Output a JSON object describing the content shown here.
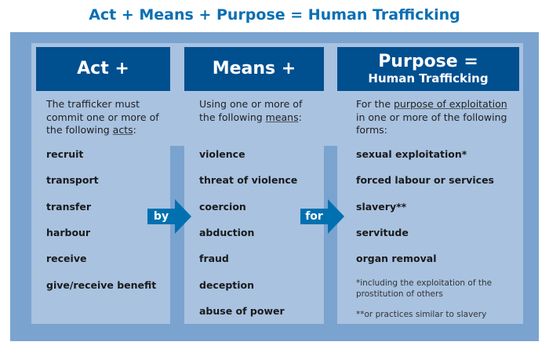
{
  "title": "Act + Means + Purpose = Human Trafficking",
  "columns": [
    {
      "header": "Act +",
      "intro_before": "The trafficker must commit one or more of the following ",
      "intro_underlined": "acts",
      "intro_after": ":",
      "items": [
        "recruit",
        "transport",
        "transfer",
        "harbour",
        "receive",
        "give/receive benefit"
      ]
    },
    {
      "header": "Means +",
      "intro_before": "Using one or more of the following ",
      "intro_underlined": "means",
      "intro_after": ":",
      "items": [
        "violence",
        "threat of violence",
        "coercion",
        "abduction",
        "fraud",
        "deception",
        "abuse of power"
      ]
    },
    {
      "header": "Purpose =",
      "subheader": "Human Trafficking",
      "intro_before": "For the ",
      "intro_underlined": "purpose of exploitation",
      "intro_after": " in one or more of the following forms:",
      "items": [
        "sexual exploitation*",
        "forced labour or services",
        "slavery**",
        "servitude",
        "organ removal"
      ],
      "notes": [
        "*including the exploitation of the prostitution of others",
        "**or practices similar to slavery"
      ]
    }
  ],
  "connectors": [
    "by",
    "for"
  ],
  "colors": {
    "title": "#0a6fb3",
    "header": "#004f8f",
    "arrow": "#0070b0",
    "outer": "#7ba3cf",
    "panel": "#a8c2e0"
  }
}
